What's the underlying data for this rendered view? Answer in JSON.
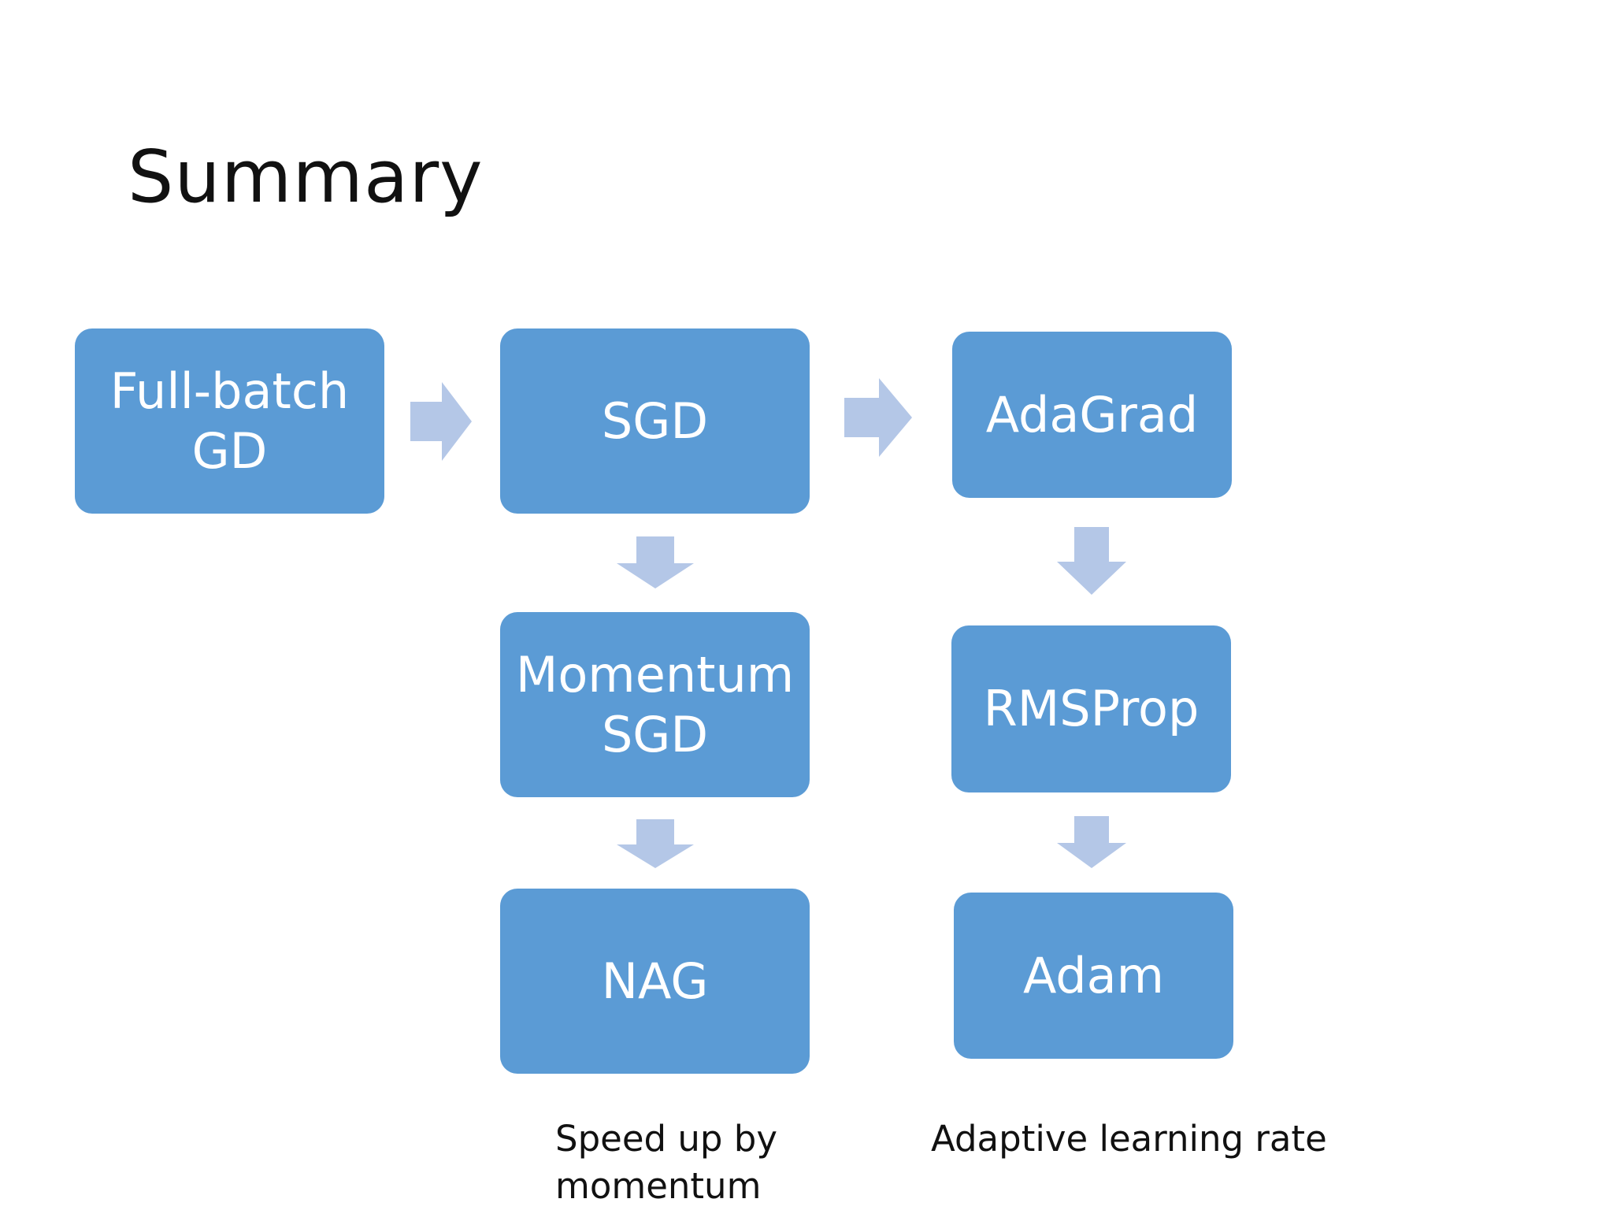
{
  "slide": {
    "title": "Summary"
  },
  "nodes": {
    "full_batch_gd": [
      "Full-batch",
      "GD"
    ],
    "sgd": [
      "SGD"
    ],
    "momentum_sgd": [
      "Momentum",
      "SGD"
    ],
    "nag": [
      "NAG"
    ],
    "adagrad": [
      "AdaGrad"
    ],
    "rmsprop": [
      "RMSProp"
    ],
    "adam": [
      "Adam"
    ]
  },
  "captions": {
    "momentum_group": [
      "Speed up by",
      "momentum"
    ],
    "adaptive_group": [
      "Adaptive learning rate"
    ]
  },
  "colors": {
    "box_fill": "#5b9bd5",
    "box_text": "#ffffff",
    "arrow_fill": "#b4c7e7"
  }
}
